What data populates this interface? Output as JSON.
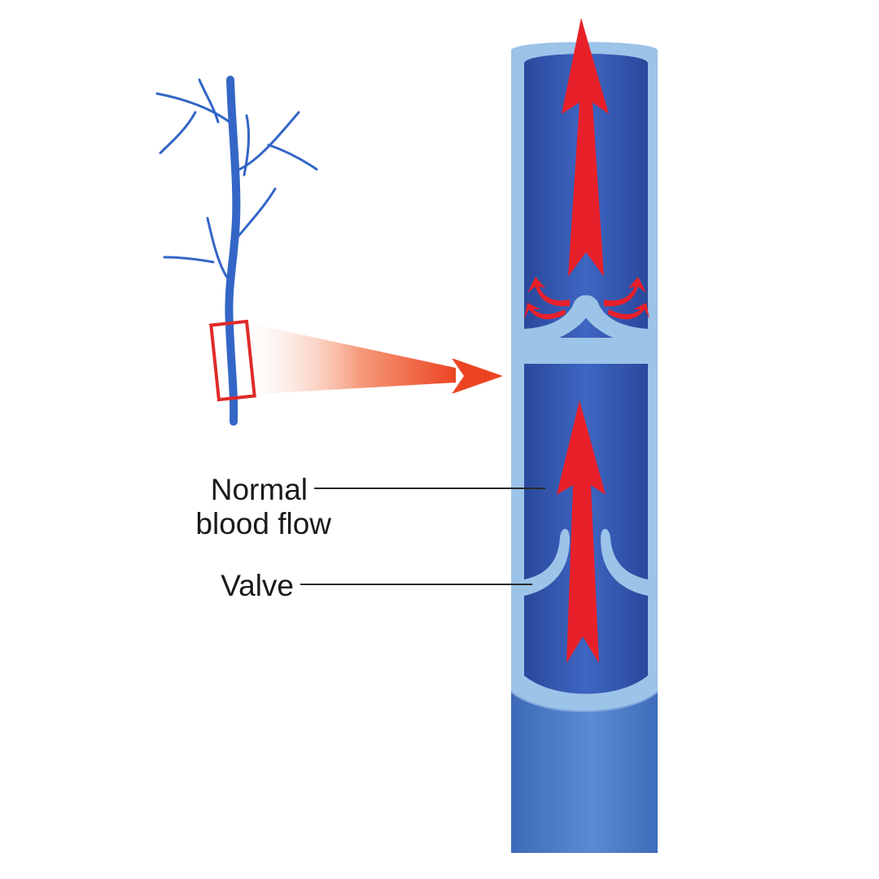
{
  "labels": {
    "normal_line1": "Normal",
    "normal_line2": "blood flow",
    "valve": "Valve"
  },
  "colors": {
    "vein_wall": "#9cc3e8",
    "vein_lumen_edge": "#2f52a8",
    "vein_lumen_center": "#3d64c0",
    "vein_tube": "#4878c4",
    "vein_tube_highlight": "#5a8ad2",
    "branch_vein": "#3366c6",
    "arrow_red": "#e8202a",
    "zoom_box": "#e02a2a",
    "zoom_beam": "#f0502c",
    "label_text": "#1a1a1a"
  },
  "icons": {
    "flow_arrow": "flow-arrow-icon",
    "pointer_arrow": "pointer-arrow-icon"
  }
}
